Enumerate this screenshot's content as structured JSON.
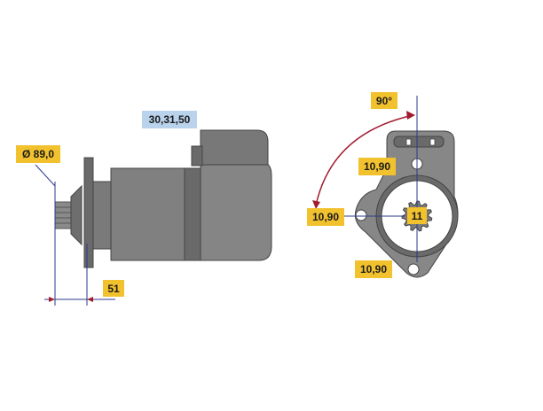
{
  "colors": {
    "housing": "#7f7f7f",
    "housing_light": "#999999",
    "housing_dark": "#555555",
    "dimension_line": "#2b3a8c",
    "arrow": "#a01c2e",
    "label_yellow": "#f2c12e",
    "label_blue": "#b9d3ec"
  },
  "side_view": {
    "diameter_label": "Ø 89,0",
    "terminal_label": "30,31,50",
    "length_label": "51"
  },
  "front_view": {
    "angle_label": "90°",
    "hole_top_label": "10,90",
    "hole_left_label": "10,90",
    "hole_bottom_label": "10,90",
    "teeth_label": "11"
  }
}
